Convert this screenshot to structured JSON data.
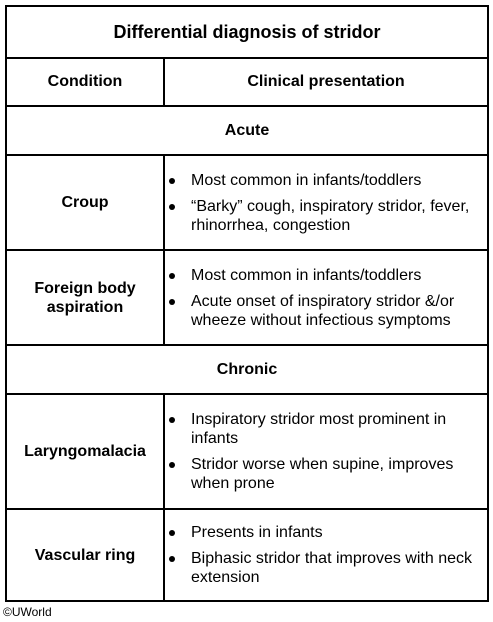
{
  "title": "Differential diagnosis of stridor",
  "columns": {
    "condition": "Condition",
    "presentation": "Clinical presentation"
  },
  "sections": [
    {
      "label": "Acute",
      "rows": [
        {
          "condition": "Croup",
          "bullets": [
            "Most common in infants/toddlers",
            "“Barky” cough, inspiratory stridor, fever, rhinorrhea, congestion"
          ]
        },
        {
          "condition": "Foreign body aspiration",
          "bullets": [
            "Most common in infants/toddlers",
            "Acute onset of inspiratory stridor &/or wheeze without infectious symptoms"
          ]
        }
      ]
    },
    {
      "label": "Chronic",
      "rows": [
        {
          "condition": "Laryngomalacia",
          "bullets": [
            "Inspiratory stridor most prominent in infants",
            "Stridor worse when supine, improves when prone"
          ]
        },
        {
          "condition": "Vascular ring",
          "bullets": [
            "Presents in infants",
            "Biphasic stridor that improves with neck extension"
          ]
        }
      ]
    }
  ],
  "copyright": "©UWorld"
}
